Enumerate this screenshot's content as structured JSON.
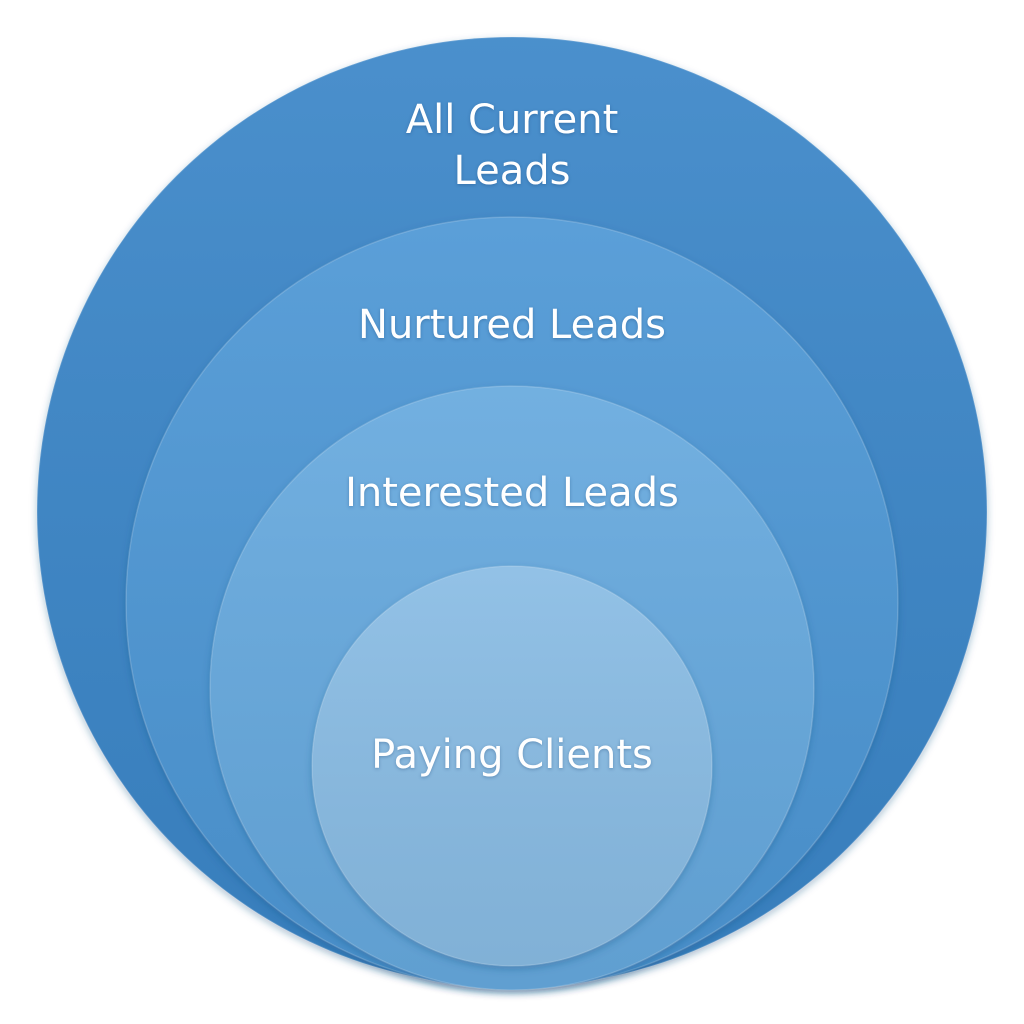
{
  "diagram": {
    "layers": [
      {
        "id": "all",
        "label": "All Current\nLeads",
        "color": "#3b86c8"
      },
      {
        "id": "nurtured",
        "label": "Nurtured Leads",
        "color": "#4d97d5"
      },
      {
        "id": "interested",
        "label": "Interested Leads",
        "color": "#66a9de"
      },
      {
        "id": "paying",
        "label": "Paying Clients",
        "color": "#89bce4"
      }
    ]
  }
}
